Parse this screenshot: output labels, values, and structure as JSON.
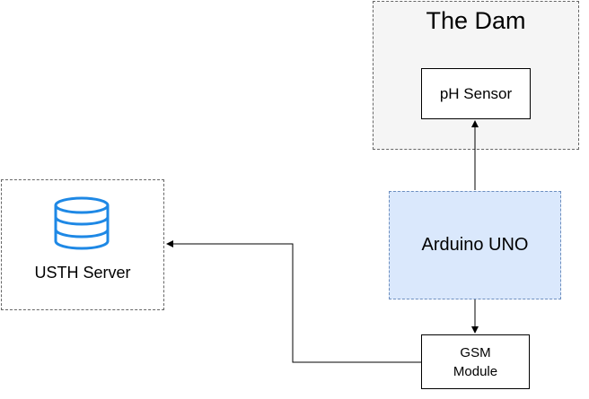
{
  "dam": {
    "title": "The Dam"
  },
  "nodes": {
    "ph_sensor": "pH Sensor",
    "arduino": "Arduino UNO",
    "gsm_line1": "GSM",
    "gsm_line2": "Module",
    "server": "USTH Server"
  },
  "icons": {
    "server": "database-icon"
  },
  "colors": {
    "dam_fill": "#f5f5f5",
    "arduino_fill": "#dae8fc",
    "arduino_border": "#6c8ebf",
    "database_icon": "#1e88e5"
  }
}
